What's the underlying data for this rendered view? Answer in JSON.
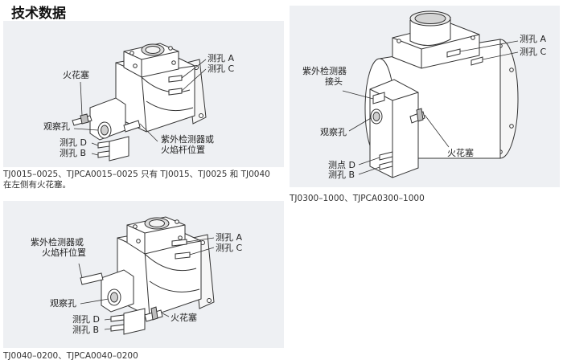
{
  "page": {
    "title": "技术数据"
  },
  "panel1": {
    "label_spark_plug": "火花塞",
    "label_test_port_a": "测孔 A",
    "label_test_port_c": "测孔 C",
    "label_sight_glass": "观察孔",
    "label_uv_detector_1": "紫外检测器或",
    "label_uv_detector_2": "火焰杆位置",
    "label_test_port_d": "测孔 D",
    "label_test_port_b": "测孔 B",
    "caption_line1": "TJ0015–0025、TJPCA0015–0025 只有 TJ0015、TJ0025 和 TJ0040",
    "caption_line2": "在左侧有火花塞。"
  },
  "panel2": {
    "label_uv_detector_1": "紫外检测器",
    "label_uv_detector_2": "接头",
    "label_test_port_a": "测孔 A",
    "label_test_port_c": "测孔 C",
    "label_sight_glass": "观察孔",
    "label_spark_plug": "火花塞",
    "label_test_point_d": "测点 D",
    "label_test_port_b": "测孔 B",
    "caption": "TJ0300–1000、TJPCA0300–1000"
  },
  "panel3": {
    "label_uv_detector_1": "紫外检测器或",
    "label_uv_detector_2": "火焰杆位置",
    "label_test_port_a": "测孔 A",
    "label_test_port_c": "测孔 C",
    "label_sight_glass": "观察孔",
    "label_test_port_d": "测孔 D",
    "label_test_port_b": "测孔 B",
    "label_spark_plug": "火花塞",
    "caption": "TJ0040–0200、TJPCA0040–0200"
  }
}
